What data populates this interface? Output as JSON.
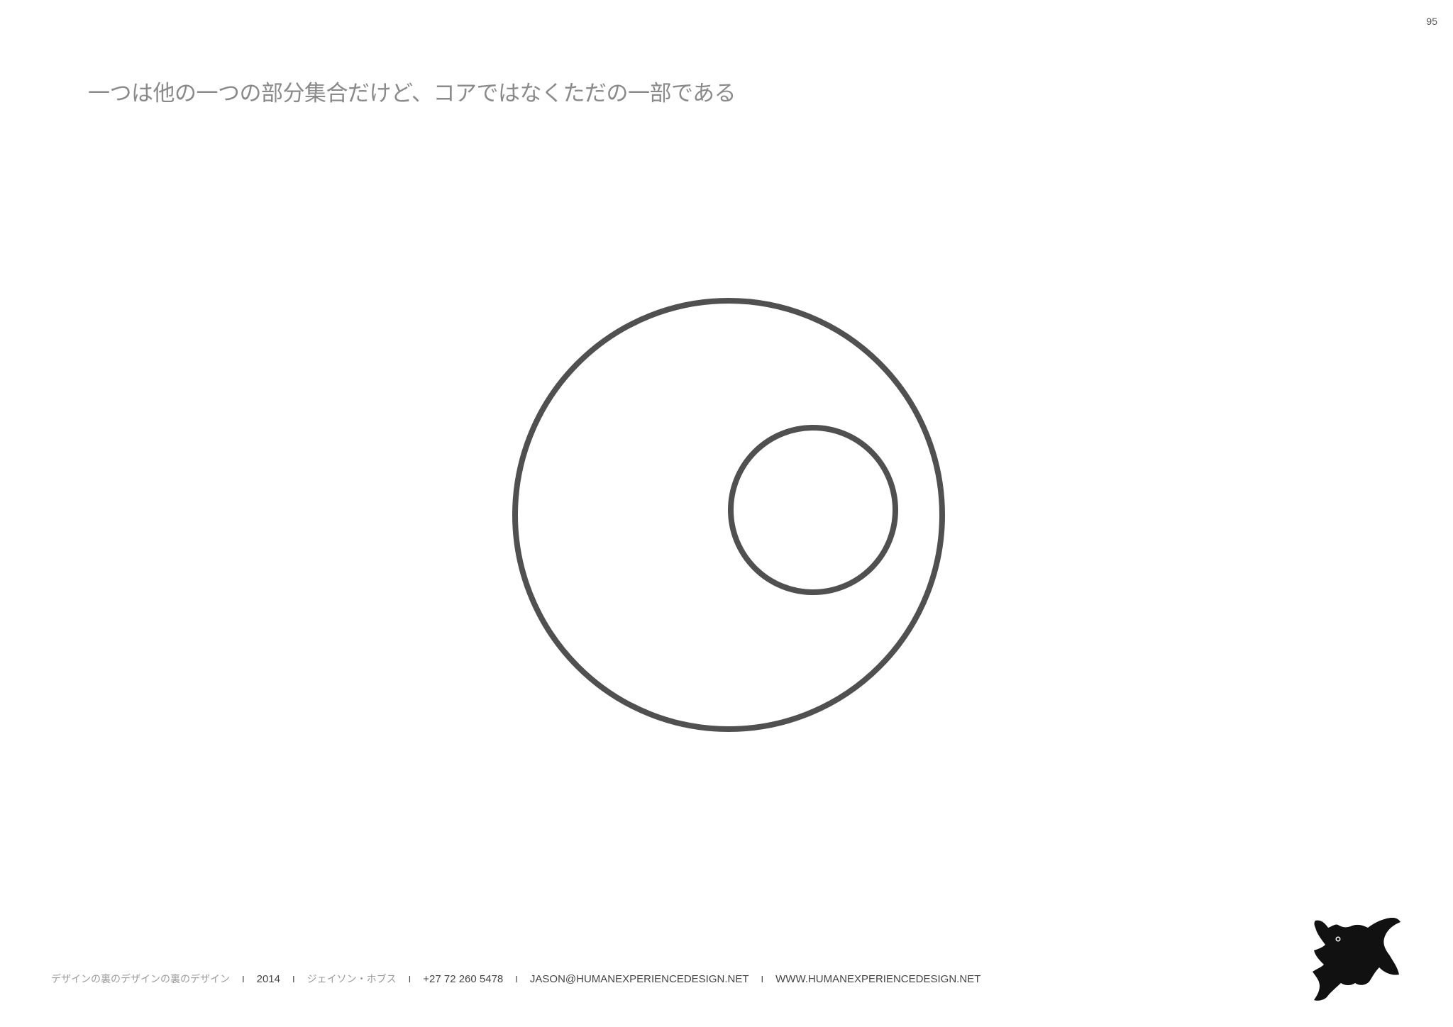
{
  "page_number": "95",
  "title": "一つは他の一つの部分集合だけど、コアではなくただの一部である",
  "diagram": {
    "outer_circle": {
      "label": ""
    },
    "inner_circle": {
      "label": ""
    },
    "stroke_color": "#505050"
  },
  "footer": {
    "book_title": "デザインの裏のデザインの裏のデザイン",
    "separator": "I",
    "year": "2014",
    "author": "ジェイソン・ホブス",
    "phone": "+27 72 260 5478",
    "email": "JASON@HUMANEXPERIENCEDESIGN.NET",
    "website": "WWW.HUMANEXPERIENCEDESIGN.NET"
  },
  "logo": {
    "icon": "creature-logo-icon"
  }
}
